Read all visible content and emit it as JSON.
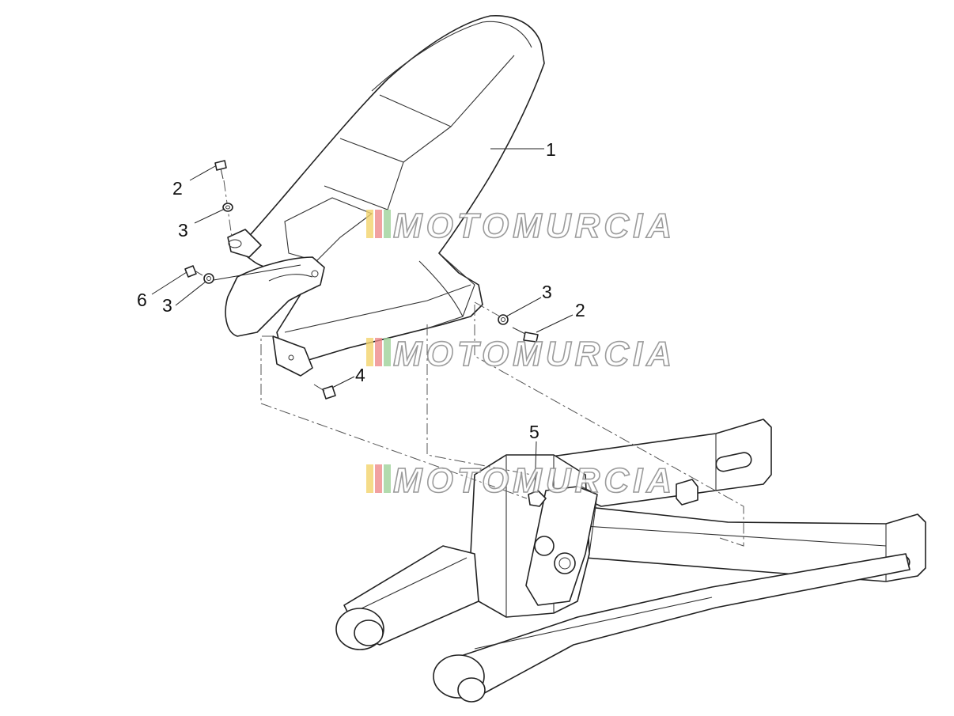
{
  "callouts": [
    {
      "label": "1"
    },
    {
      "label": "2"
    },
    {
      "label": "3"
    },
    {
      "label": "6"
    },
    {
      "label": "3"
    },
    {
      "label": "3"
    },
    {
      "label": "2"
    },
    {
      "label": "4"
    },
    {
      "label": "5"
    }
  ],
  "watermark": {
    "text": "MOTOMURCIA",
    "colors": [
      "#f2d36b",
      "#ee8a8a",
      "#9fd29a"
    ]
  }
}
